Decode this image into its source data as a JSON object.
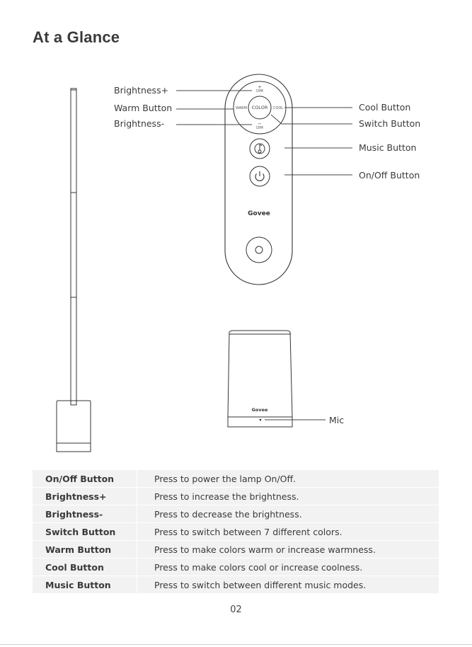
{
  "title": "At a Glance",
  "callouts": {
    "brightness_plus": "Brightness+",
    "warm_button": "Warm Button",
    "brightness_minus": "Brightness-",
    "cool_button": "Cool Button",
    "switch_button": "Switch Button",
    "music_button": "Music Button",
    "onoff_button": "On/Off Button",
    "mic": "Mic"
  },
  "remote": {
    "center_label": "COLOR",
    "left_label": "WARM",
    "right_label": "COOL",
    "top_label": "DIM",
    "bottom_label": "DIM",
    "brand": "Govee"
  },
  "base": {
    "brand": "Govee"
  },
  "table": {
    "rows": [
      {
        "name": "On/Off Button",
        "desc": "Press to power the lamp On/Off."
      },
      {
        "name": "Brightness+",
        "desc": "Press to increase the brightness."
      },
      {
        "name": "Brightness-",
        "desc": "Press to decrease the brightness."
      },
      {
        "name": "Switch Button",
        "desc": "Press to switch between 7 different colors."
      },
      {
        "name": "Warm Button",
        "desc": "Press to make colors warm or increase warmness."
      },
      {
        "name": "Cool Button",
        "desc": "Press to make colors cool or increase coolness."
      },
      {
        "name": "Music Button",
        "desc": "Press to switch between different music modes."
      }
    ]
  },
  "page_number": "02"
}
